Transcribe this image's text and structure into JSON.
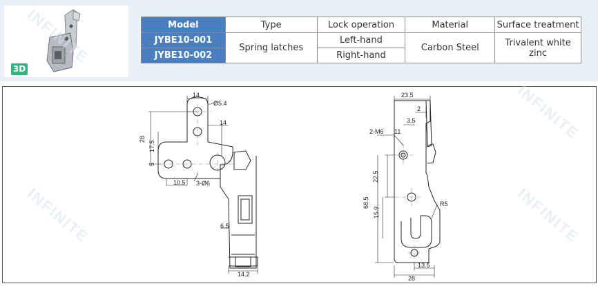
{
  "badge": "3D",
  "table": {
    "headers": [
      "Model",
      "Type",
      "Lock operation",
      "Material",
      "Surface treatment"
    ],
    "models": [
      "JYBE10-001",
      "JYBE10-002"
    ],
    "type": "Spring latches",
    "lock_operations": [
      "Left-hand",
      "Right-hand"
    ],
    "material": "Carbon Steel",
    "surface": "Trivalent white zinc"
  },
  "dims_left": {
    "d14": "14",
    "d54": "Ø5.4",
    "d14b": "14",
    "d28": "28",
    "d175": "17.5",
    "d5": "5",
    "d105": "10.5",
    "d3o6": "3-Ø6",
    "d65": "6.5",
    "d142": "14.2"
  },
  "dims_right": {
    "d235": "23.5",
    "d2": "2",
    "d35": "3.5",
    "d2m6": "2-M6",
    "d11": "11",
    "d225": "22.5",
    "d685": "68.5",
    "d159": "15.9",
    "r5": "R5",
    "d135": "13.5",
    "d28": "28"
  },
  "watermark": "INFINITE"
}
